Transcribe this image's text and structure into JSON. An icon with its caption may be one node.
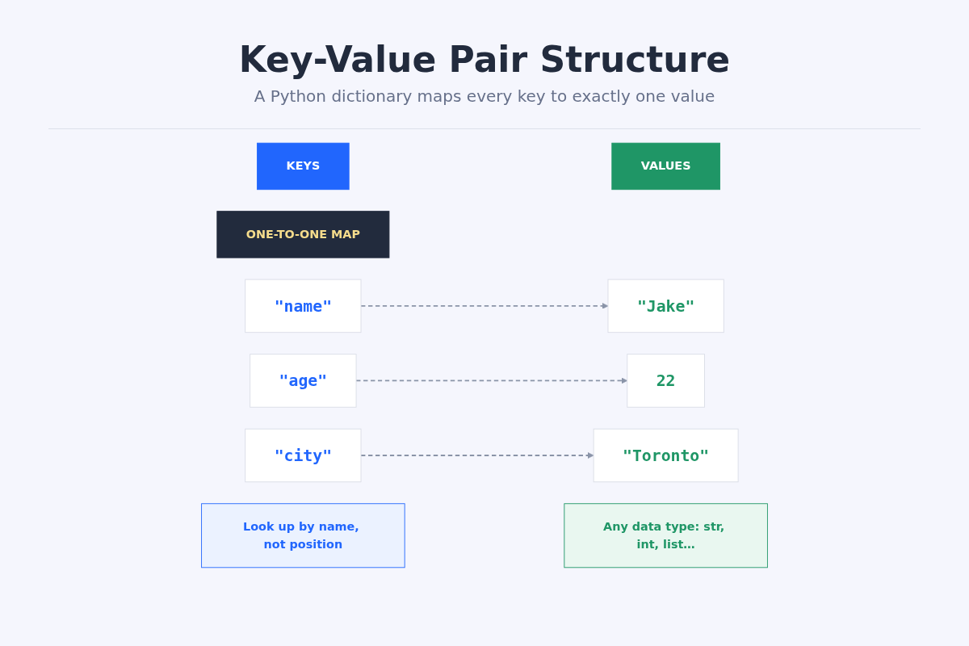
{
  "diagram": {
    "title": "Key-Value Pair Structure",
    "nodes": [
      {
        "text": [
          "KEYS"
        ]
      },
      {
        "text": [
          "ONE-TO-ONE MAP"
        ]
      },
      {
        "text": [
          "VALUES"
        ]
      },
      {
        "text": [
          "\"name\""
        ]
      },
      {
        "text": [
          "\"Jake\""
        ]
      },
      {
        "text": [
          "\"age\""
        ]
      },
      {
        "text": [
          "22"
        ]
      },
      {
        "text": [
          "\"city\""
        ]
      },
      {
        "text": [
          "\"Toronto\""
        ]
      },
      {
        "text": [
          "Look up by name, not position"
        ]
      },
      {
        "text": [
          "Any data type: str, int, list…"
        ]
      }
    ],
    "edges": [
      {
        "from": 3,
        "to": 4,
        "arrow": "to",
        "style": "dashed"
      },
      {
        "from": 5,
        "to": 6,
        "arrow": "to",
        "style": "dashed"
      },
      {
        "from": 7,
        "to": 8,
        "arrow": "to",
        "style": "dashed"
      }
    ],
    "labels": [
      "A Python dictionary maps every key to exactly one value"
    ]
  }
}
